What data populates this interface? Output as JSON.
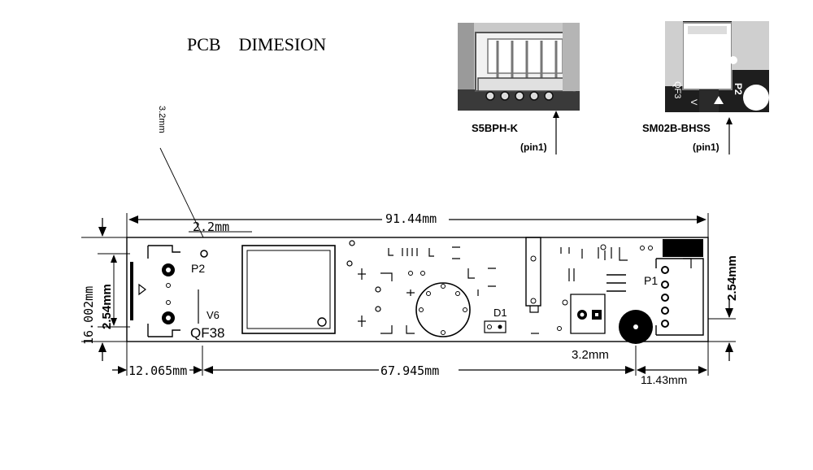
{
  "title": "PCB    DIMESION",
  "photos": {
    "left_caption": "S5BPH-K",
    "left_pin": "(pin1)",
    "right_caption": "SM02B-BHSS",
    "right_pin": "(pin1)"
  },
  "dimensions": {
    "hole_diameter_callout": "3.2mm",
    "hole_offset": "2.2mm",
    "total_length": "91.44mm",
    "total_height": "16.002mm",
    "left_pitch": "2.54mm",
    "right_pitch": "2.54mm",
    "left_offset": "12.065mm",
    "center_span": "67.945mm",
    "right_offset": "11.43mm",
    "right_hole": "3.2mm"
  },
  "silkscreen": {
    "p2": "P2",
    "p1": "P1",
    "v6": "V6",
    "qf38": "QF38",
    "d1": "D1"
  },
  "photo_silk": {
    "p2": "P2",
    "qf": "QF3",
    "v": "V"
  }
}
